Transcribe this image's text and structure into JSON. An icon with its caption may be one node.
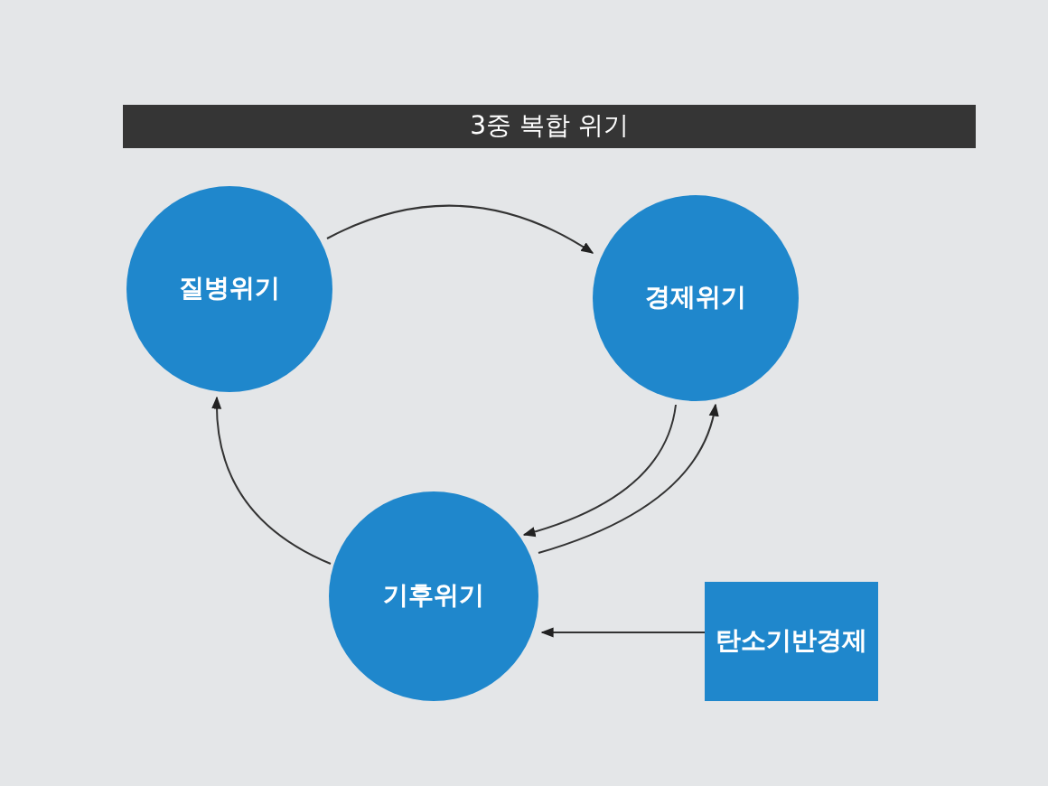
{
  "diagram": {
    "title": "3중 복합 위기",
    "nodes": [
      {
        "text": [
          "질병위기"
        ]
      },
      {
        "text": [
          "경제위기"
        ]
      },
      {
        "text": [
          "기후위기"
        ]
      },
      {
        "text": [
          "탄소기반경제"
        ]
      }
    ],
    "edges": [
      {
        "from": 0,
        "to": 1,
        "arrow": "to"
      },
      {
        "from": 1,
        "to": 2,
        "arrow": "to"
      },
      {
        "from": 2,
        "to": 1,
        "arrow": "to"
      },
      {
        "from": 2,
        "to": 0,
        "arrow": "to"
      },
      {
        "from": 3,
        "to": 2,
        "arrow": "to"
      }
    ]
  }
}
